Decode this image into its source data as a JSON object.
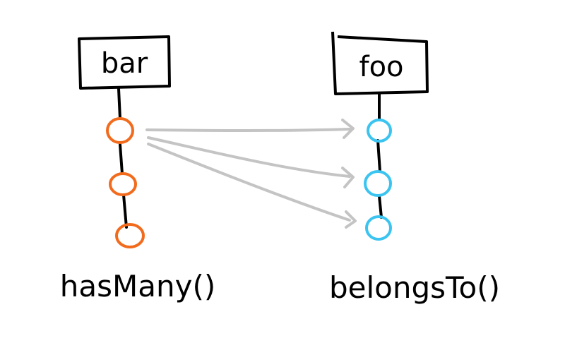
{
  "diagram": {
    "left_model": {
      "name": "bar",
      "relation": "hasMany()",
      "node_color": "#f26b1d",
      "node_count": 3
    },
    "right_model": {
      "name": "foo",
      "relation": "belongsTo()",
      "node_color": "#3bc4f0",
      "node_count": 3
    },
    "arrow_color": "#c4c4c4",
    "line_color": "#000000",
    "arrows": [
      {
        "from": "bar.node1",
        "to": "foo.node1"
      },
      {
        "from": "bar.node1",
        "to": "foo.node2"
      },
      {
        "from": "bar.node1",
        "to": "foo.node3"
      }
    ]
  }
}
